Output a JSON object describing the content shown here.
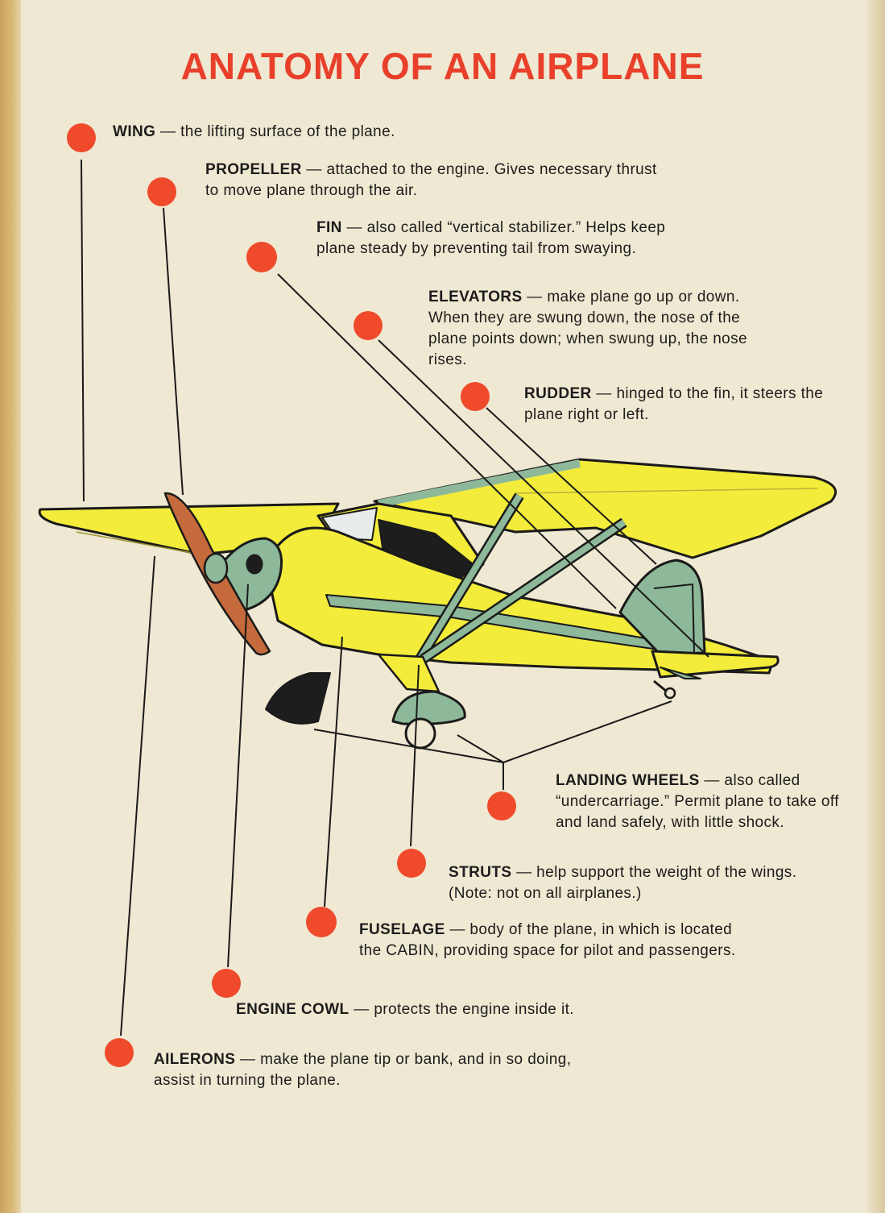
{
  "title": "ANATOMY OF AN AIRPLANE",
  "colors": {
    "dot": "#ef4a2c",
    "title": "#e8402b",
    "plane_yellow": "#f3ec3a",
    "plane_green": "#8db89a",
    "paper": "#efe8d2"
  },
  "parts": [
    {
      "term": "WING",
      "desc": " — the lifting surface of the plane."
    },
    {
      "term": "PROPELLER",
      "desc": " — attached to the engine. Gives necessary thrust to move plane through the air."
    },
    {
      "term": "FIN",
      "desc": " — also called “vertical stabilizer.” Helps keep plane steady by preventing tail from swaying."
    },
    {
      "term": "ELEVATORS",
      "desc": " — make plane go up or down. When they are swung down, the nose of the plane points down; when swung up, the nose rises."
    },
    {
      "term": "RUDDER",
      "desc": " — hinged to the fin, it steers the plane right or left."
    },
    {
      "term": "LANDING WHEELS",
      "desc": " — also called “undercarriage.” Permit plane to take off and land safely, with little shock."
    },
    {
      "term": "STRUTS",
      "desc": " — help support the weight of the wings. (Note: not on all airplanes.)"
    },
    {
      "term": "FUSELAGE",
      "desc": " — body of the plane, in which is located the CABIN, providing space for pilot and passengers."
    },
    {
      "term": "ENGINE COWL",
      "desc": " — protects the engine inside it."
    },
    {
      "term": "AILERONS",
      "desc": " — make the plane tip or bank, and in so doing, assist in turning the plane."
    }
  ]
}
